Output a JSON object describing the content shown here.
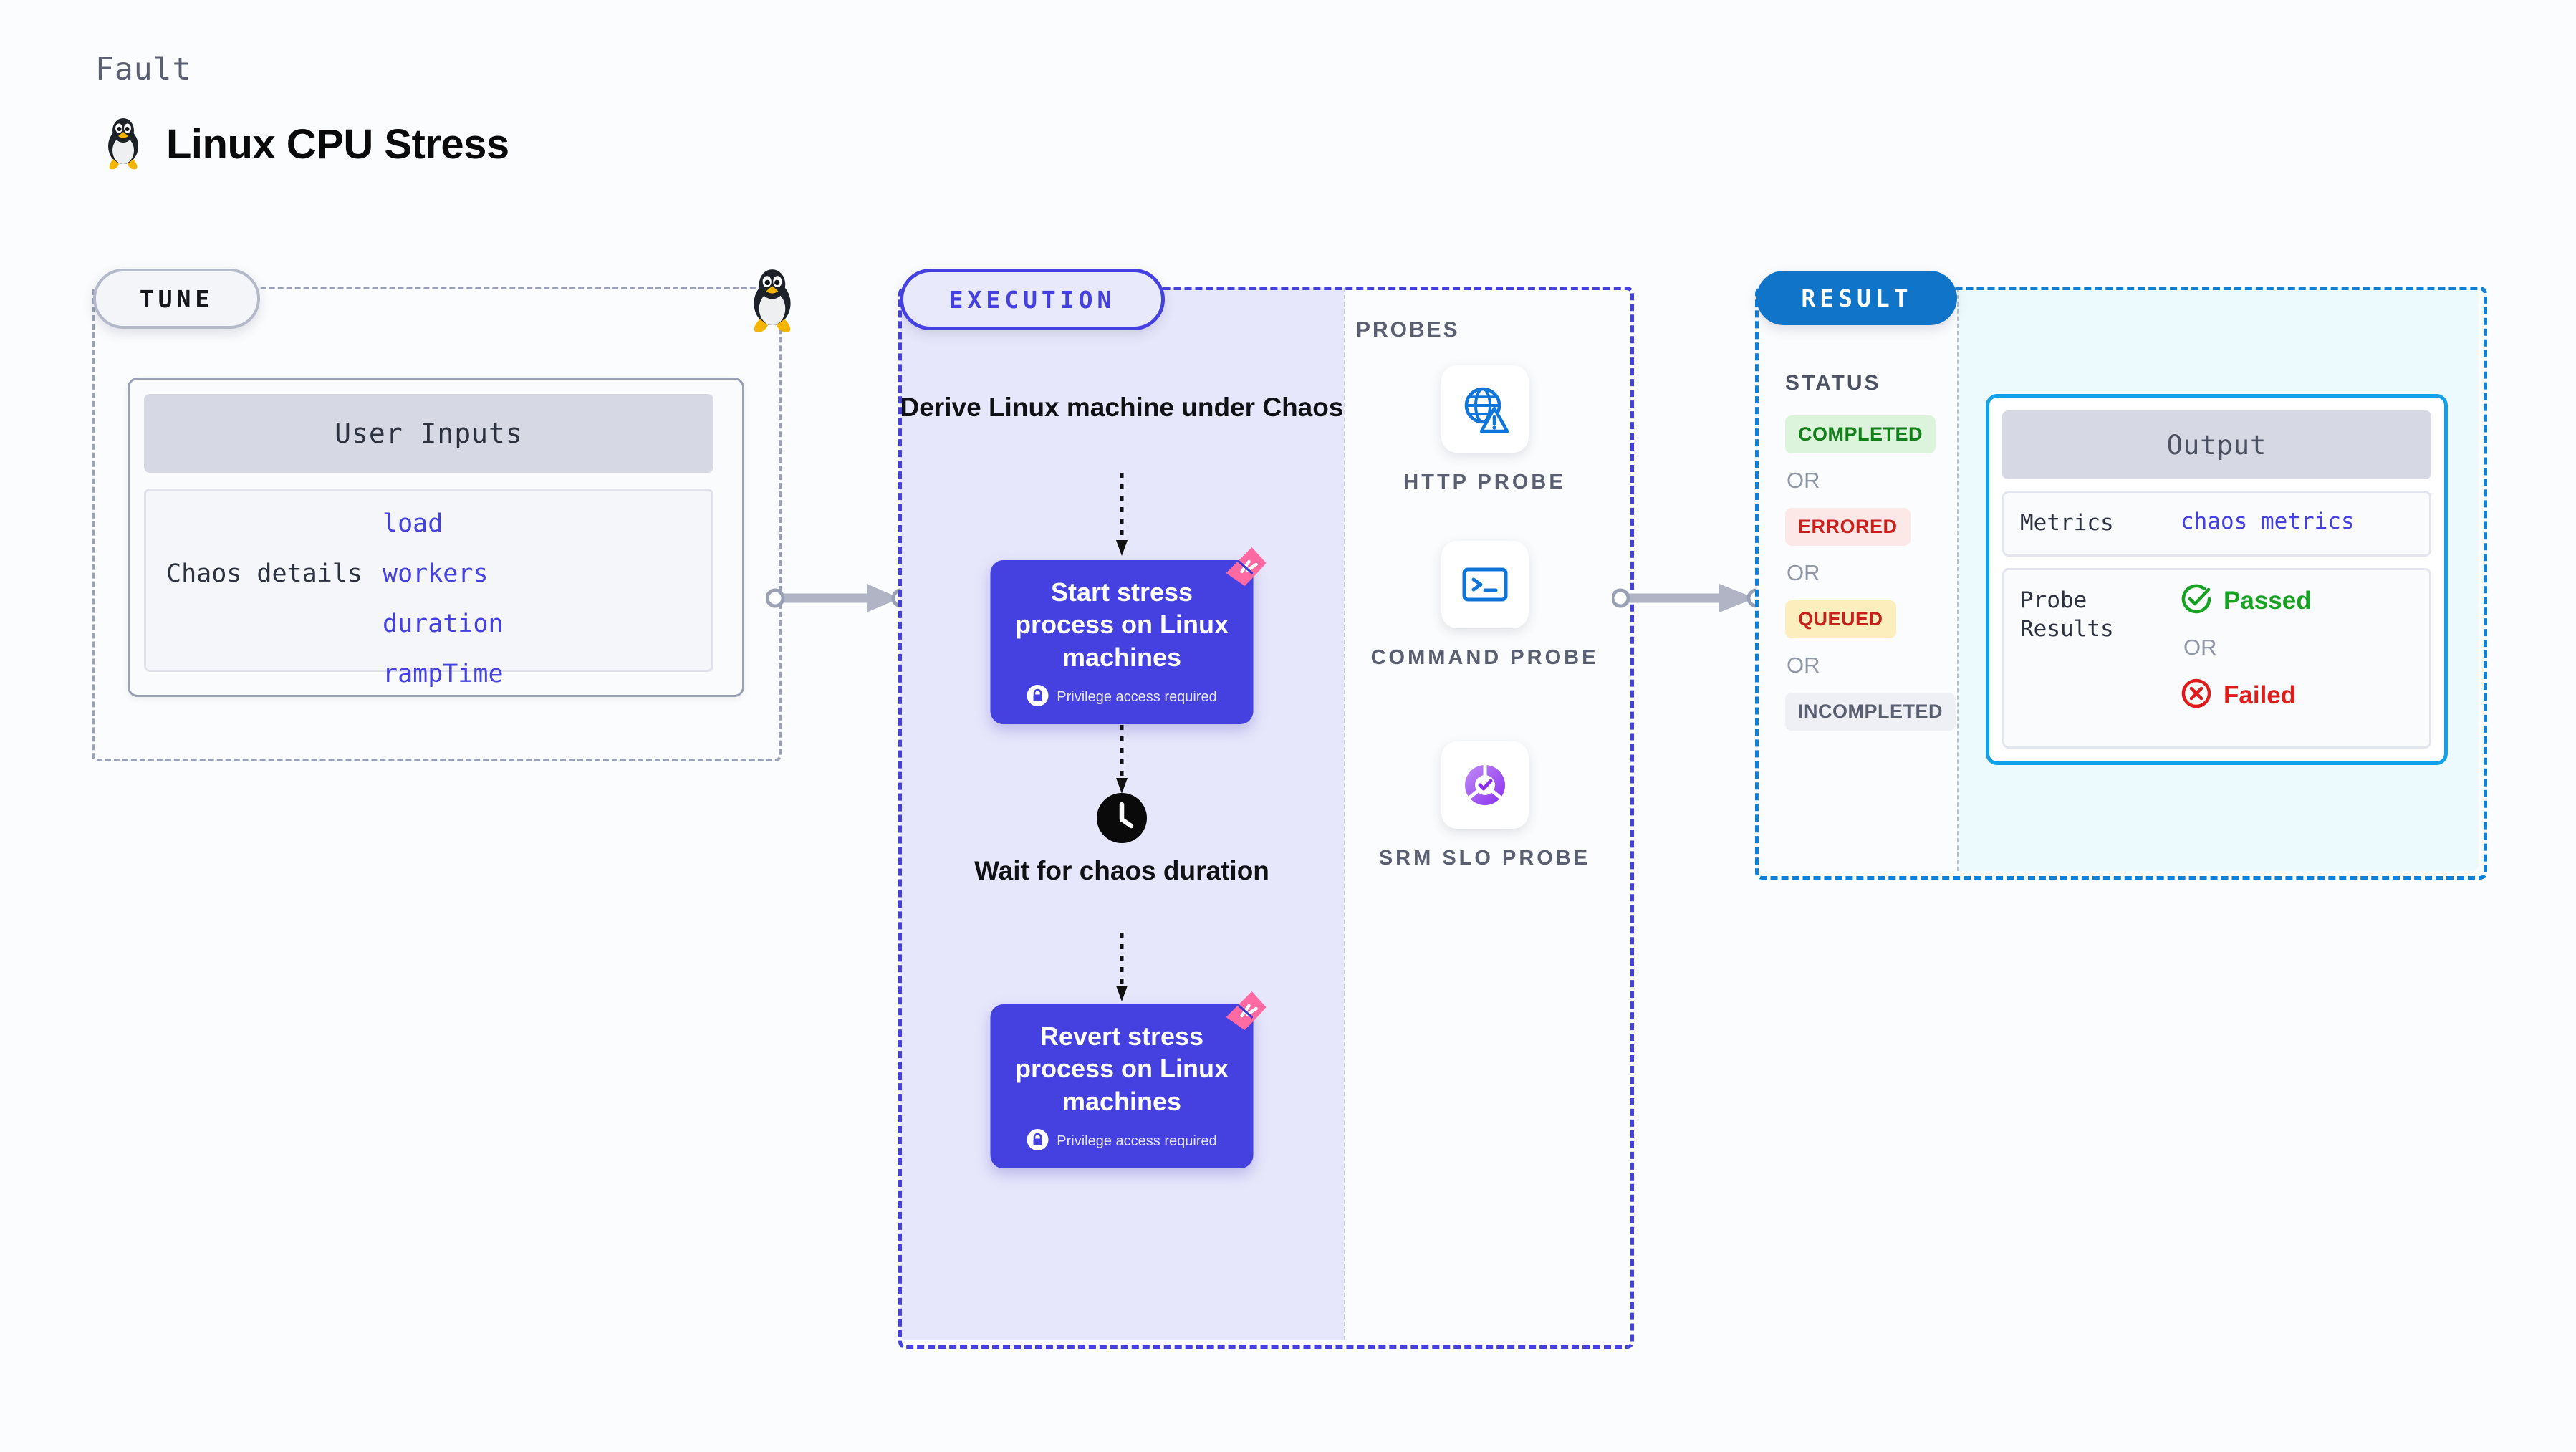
{
  "header": {
    "eyebrow": "Fault",
    "title": "Linux CPU Stress",
    "icon": "linux-tux-icon"
  },
  "tune": {
    "pill_label": "TUNE",
    "edge_icon": "linux-tux-icon",
    "card": {
      "header": "User Inputs",
      "row_label": "Chaos details",
      "params": [
        "load",
        "workers",
        "duration",
        "rampTime"
      ]
    }
  },
  "execution": {
    "pill_label": "EXECUTION",
    "flow": [
      {
        "type": "heading",
        "text": "Derive Linux machine under Chaos"
      },
      {
        "type": "step",
        "title": "Start stress process on Linux machines",
        "badge": "Privilege access required",
        "badge_icon": "lock-icon",
        "corner_icon": "chaos-flag-icon"
      },
      {
        "type": "wait",
        "icon": "clock-icon",
        "text": "Wait for chaos duration"
      },
      {
        "type": "step",
        "title": "Revert stress process on Linux machines",
        "badge": "Privilege access required",
        "badge_icon": "lock-icon",
        "corner_icon": "chaos-flag-icon"
      }
    ]
  },
  "probes": {
    "title": "PROBES",
    "items": [
      {
        "label": "HTTP PROBE",
        "icon": "globe-warning-icon"
      },
      {
        "label": "COMMAND PROBE",
        "icon": "terminal-icon"
      },
      {
        "label": "SRM SLO PROBE",
        "icon": "slo-donut-check-icon"
      }
    ]
  },
  "result": {
    "pill_label": "RESULT",
    "status_title": "STATUS",
    "or_label": "OR",
    "statuses": [
      {
        "label": "COMPLETED",
        "bg": "#dcf4dc",
        "color": "#14801a"
      },
      {
        "label": "ERRORED",
        "bg": "#fde8e8",
        "color": "#c7211c"
      },
      {
        "label": "QUEUED",
        "bg": "#fdeebe",
        "color": "#c7211c"
      },
      {
        "label": "INCOMPLETED",
        "bg": "#eef0f5",
        "color": "#5a6072"
      }
    ],
    "output": {
      "header": "Output",
      "metrics_key": "Metrics",
      "metrics_value": "chaos metrics",
      "probe_key": "Probe Results",
      "passed": {
        "label": "Passed",
        "color": "#17a321",
        "icon": "check-circle-icon"
      },
      "failed": {
        "label": "Failed",
        "color": "#e01b1b",
        "icon": "x-circle-icon"
      },
      "or_label": "OR"
    }
  },
  "colors": {
    "accent_indigo": "#4540e0",
    "accent_blue": "#1075d8",
    "flag_pink": "#ff6aa2"
  }
}
